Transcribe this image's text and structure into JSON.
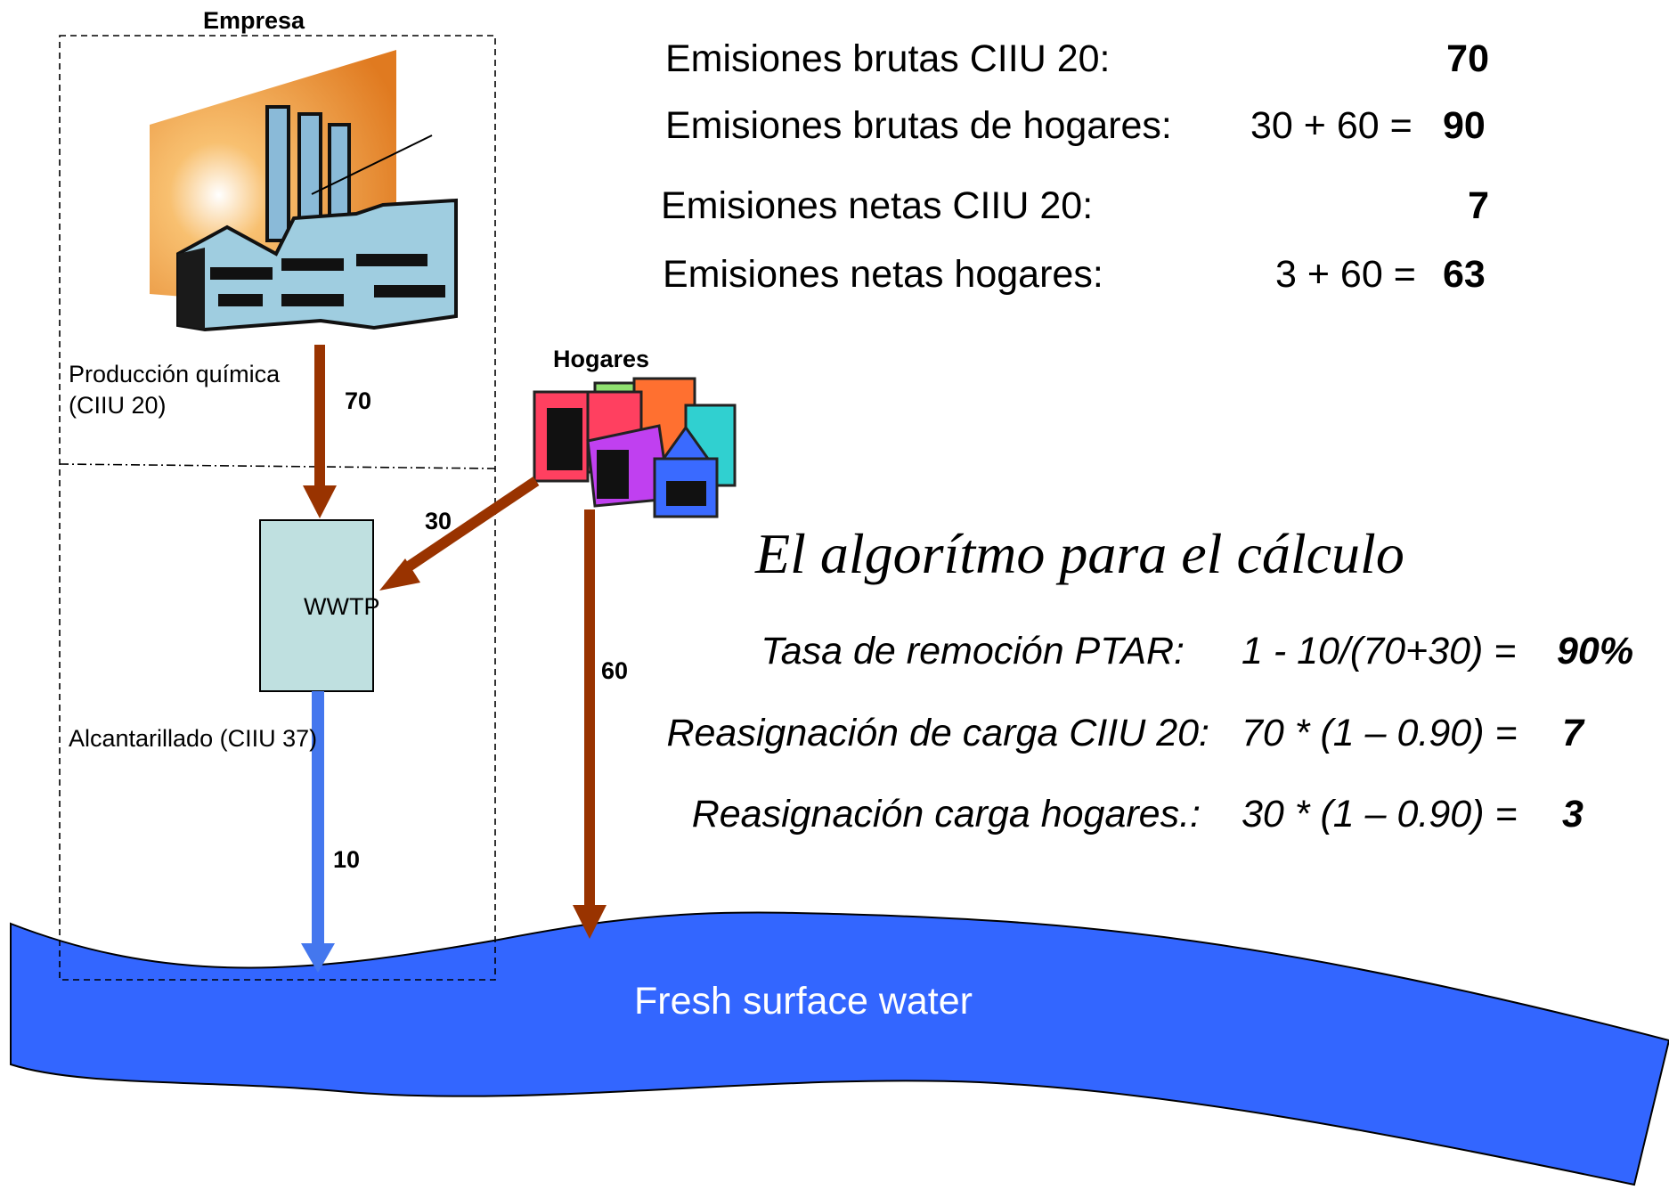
{
  "company": {
    "title": "Empresa",
    "production_label_line1": "Producción química",
    "production_label_line2": "(CIIU 20)",
    "sewer_label": "Alcantarillado (CIIU 37)",
    "wwtp_label": "WWTP"
  },
  "households": {
    "title": "Hogares"
  },
  "flows": {
    "industry_to_wwtp": "70",
    "households_to_wwtp": "30",
    "households_to_water": "60",
    "wwtp_to_water": "10"
  },
  "water_body": {
    "label": "Fresh surface water"
  },
  "emissions": [
    {
      "label": "Emisiones brutas CIIU 20:",
      "expr": "",
      "value": "70"
    },
    {
      "label": "Emisiones brutas de hogares:",
      "expr": "30 + 60 =",
      "value": "90"
    },
    {
      "label": "Emisiones netas CIIU 20:",
      "expr": "",
      "value": "7"
    },
    {
      "label": "Emisiones netas hogares:",
      "expr": "3 + 60 =",
      "value": "63"
    }
  ],
  "algorithm": {
    "title": "El algorítmo para el cálculo",
    "rows": [
      {
        "label": "Tasa de remoción PTAR:",
        "expr": "1 - 10/(70+30) =",
        "value": "90%"
      },
      {
        "label": "Reasignación de carga CIIU 20:",
        "expr": "70 * (1 – 0.90) =",
        "value": "7"
      },
      {
        "label": "Reasignación carga hogares.:",
        "expr": "30 * (1 – 0.90) =",
        "value": "3"
      }
    ]
  },
  "colors": {
    "water": "#3366FF",
    "flow_brown": "#993300",
    "treated_flow": "#4477EE",
    "wwtp_fill": "#BFE0E0",
    "factory_sky": "#E88A30"
  },
  "icons": {
    "factory": "factory-icon",
    "households": "buildings-icon"
  }
}
